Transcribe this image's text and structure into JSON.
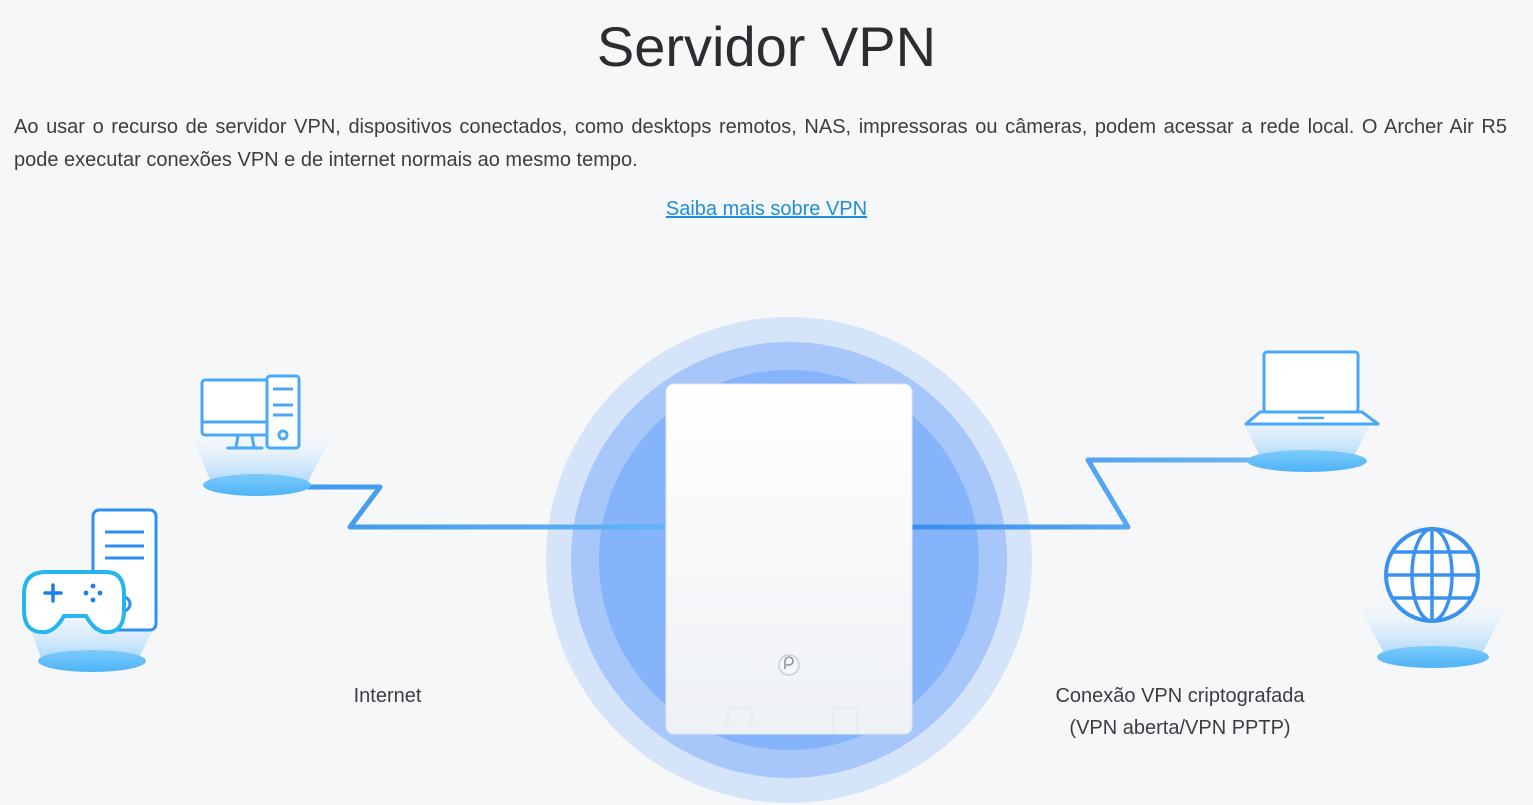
{
  "page": {
    "title": "Servidor VPN",
    "description": "Ao usar o recurso de servidor VPN, dispositivos conectados, como desktops remotos, NAS, impressoras ou câmeras, podem acessar a rede local. O Archer Air R5 pode executar conexões VPN e de internet normais ao mesmo tempo.",
    "learn_more_link": "Saiba mais sobre VPN"
  },
  "diagram": {
    "caption_internet": "Internet",
    "caption_vpn_line1": "Conexão VPN criptografada",
    "caption_vpn_line2": "(VPN aberta/VPN PPTP)",
    "nodes_left": [
      "desktop-computer-icon",
      "game-console-icon"
    ],
    "nodes_right": [
      "laptop-icon",
      "globe-icon"
    ],
    "center": "router-icon"
  },
  "colors": {
    "accent": "#4aa8f5",
    "link": "#1d8fd8",
    "halo_outer": "#d5e4fb",
    "halo_mid": "#a9c9fb",
    "halo_inner": "#82b3fb",
    "line_vpn": "#0f78ea"
  }
}
